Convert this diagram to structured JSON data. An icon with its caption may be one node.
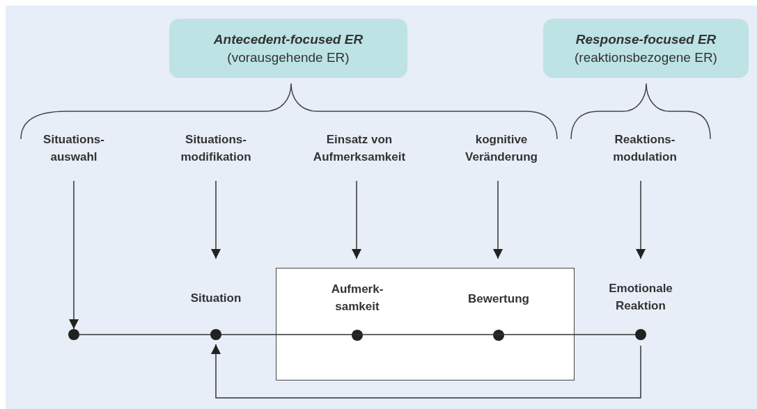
{
  "diagram": {
    "nodes": [
      {
        "text": [
          "Antecedent-focused ER",
          "(vorausgehende ER)"
        ]
      },
      {
        "text": [
          "Response-focused ER",
          "(reaktionsbezogene ER)"
        ]
      },
      {
        "text": [
          "Situations- auswahl"
        ]
      },
      {
        "text": [
          "Situations- modifikation"
        ]
      },
      {
        "text": [
          "Einsatz von Aufmerksamkeit"
        ]
      },
      {
        "text": [
          "kognitive Veränderung"
        ]
      },
      {
        "text": [
          "Reaktions- modulation"
        ]
      },
      {
        "text": [],
        "shape": "circle"
      },
      {
        "text": [
          "Situation"
        ]
      },
      {
        "text": [],
        "shape": "box"
      },
      {
        "text": [
          "Aufmerk- samkeit"
        ],
        "in": 9
      },
      {
        "text": [
          "Bewertung"
        ],
        "in": 9
      },
      {
        "text": [
          "Emotionale Reaktion"
        ]
      }
    ],
    "edges": [
      {
        "from": 2,
        "to": 7,
        "arrow": "to"
      },
      {
        "from": 3,
        "to": 8,
        "arrow": "to"
      },
      {
        "from": 4,
        "to": 10,
        "arrow": "to"
      },
      {
        "from": 5,
        "to": 11,
        "arrow": "to"
      },
      {
        "from": 6,
        "to": 12,
        "arrow": "to"
      },
      {
        "from": 12,
        "to": 8,
        "arrow": "to"
      }
    ]
  }
}
